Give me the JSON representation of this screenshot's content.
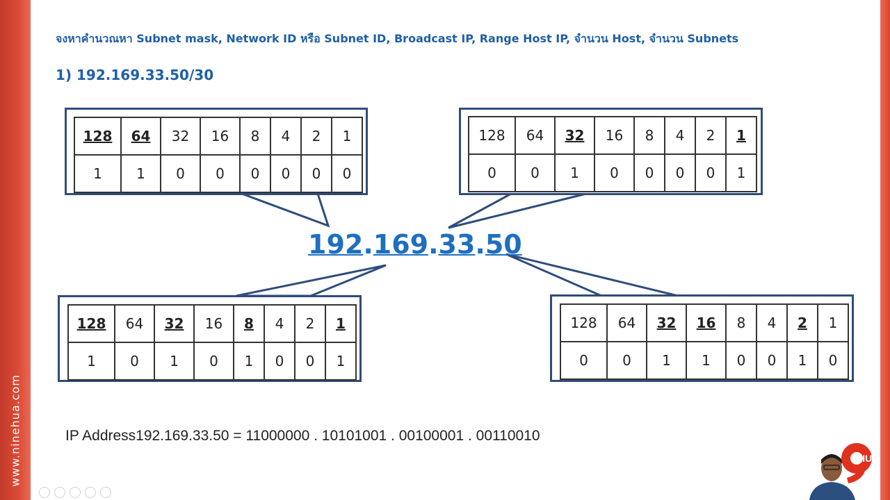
{
  "slide": {
    "title": "จงหาคำนวณหา Subnet mask, Network ID หรือ Subnet ID, Broadcast IP, Range Host IP, จำนวน Host, จำนวน Subnets",
    "problem": "1) 192.169.33.50/30",
    "ip_octets": [
      "192",
      "169",
      "33",
      "50"
    ],
    "ip_separator": ".",
    "formula": "IP Address192.169.33.50 = 11000000 . 10101001 . 00100001 . 00110010"
  },
  "callouts": [
    {
      "position": "top-left",
      "octet": "192",
      "weights": [
        "128",
        "64",
        "32",
        "16",
        "8",
        "4",
        "2",
        "1"
      ],
      "bits": [
        "1",
        "1",
        "0",
        "0",
        "0",
        "0",
        "0",
        "0"
      ],
      "highlighted": [
        true,
        true,
        false,
        false,
        false,
        false,
        false,
        false
      ]
    },
    {
      "position": "top-right",
      "octet": "33",
      "weights": [
        "128",
        "64",
        "32",
        "16",
        "8",
        "4",
        "2",
        "1"
      ],
      "bits": [
        "0",
        "0",
        "1",
        "0",
        "0",
        "0",
        "0",
        "1"
      ],
      "highlighted": [
        false,
        false,
        true,
        false,
        false,
        false,
        false,
        true
      ]
    },
    {
      "position": "bottom-left",
      "octet": "169",
      "weights": [
        "128",
        "64",
        "32",
        "16",
        "8",
        "4",
        "2",
        "1"
      ],
      "bits": [
        "1",
        "0",
        "1",
        "0",
        "1",
        "0",
        "0",
        "1"
      ],
      "highlighted": [
        true,
        false,
        true,
        false,
        true,
        false,
        false,
        true
      ]
    },
    {
      "position": "bottom-right",
      "octet": "50",
      "weights": [
        "128",
        "64",
        "32",
        "16",
        "8",
        "4",
        "2",
        "1"
      ],
      "bits": [
        "0",
        "0",
        "1",
        "1",
        "0",
        "0",
        "1",
        "0"
      ],
      "highlighted": [
        false,
        false,
        true,
        true,
        false,
        false,
        true,
        false
      ]
    }
  ],
  "branding": {
    "website": "www.ninehua.com",
    "logo_text": "HUA",
    "logo_icon": "ninehua-logo-icon",
    "presenter_icon": "presenter-webcam-icon"
  },
  "player_controls": [
    "back-icon",
    "copy-icon",
    "zoom-icon",
    "screen-icon",
    "more-icon"
  ],
  "colors": {
    "heading_blue": "#1f5fa8",
    "ip_blue": "#1f6fc0",
    "callout_border": "#2f4c7c",
    "edge_red": "#d9452f"
  }
}
